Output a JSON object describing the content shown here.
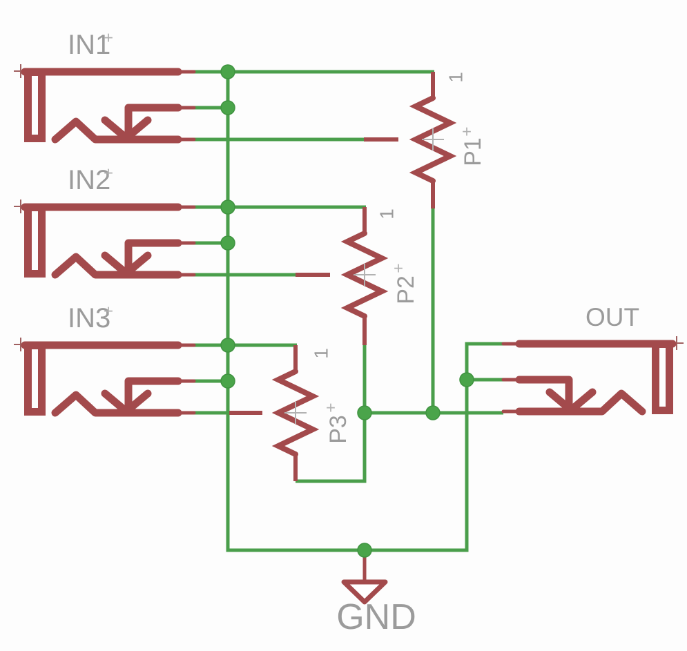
{
  "diagram_type": "circuit-schematic",
  "description": "Passive 3-channel audio mixer: three switched input jacks feed potentiometer wipers, pot outputs sum to output jack tip, sleeves and switches tied to ground bus with GND symbol",
  "colors": {
    "symbol_red": "#a34a4c",
    "wire_green": "#4a9e4b",
    "junction_green": "#4aa44a",
    "junction_stroke": "#3f9340",
    "label_gray": "#9b9b9b",
    "cross_gray": "#b2b2b2",
    "origin_cross": "#a06060",
    "background": "#fdfdfd"
  },
  "components": {
    "input_jacks": [
      {
        "ref": "IN1",
        "plus_suffix": "+"
      },
      {
        "ref": "IN2",
        "plus_suffix": "+"
      },
      {
        "ref": "IN3",
        "plus_suffix": "+"
      }
    ],
    "output_jack": {
      "ref": "OUT"
    },
    "potentiometers": [
      {
        "ref": "P1",
        "plus_suffix": "+",
        "pin_label": "1"
      },
      {
        "ref": "P2",
        "plus_suffix": "+",
        "pin_label": "1"
      },
      {
        "ref": "P3",
        "plus_suffix": "+",
        "pin_label": "1"
      }
    ],
    "ground": {
      "ref": "GND"
    }
  }
}
